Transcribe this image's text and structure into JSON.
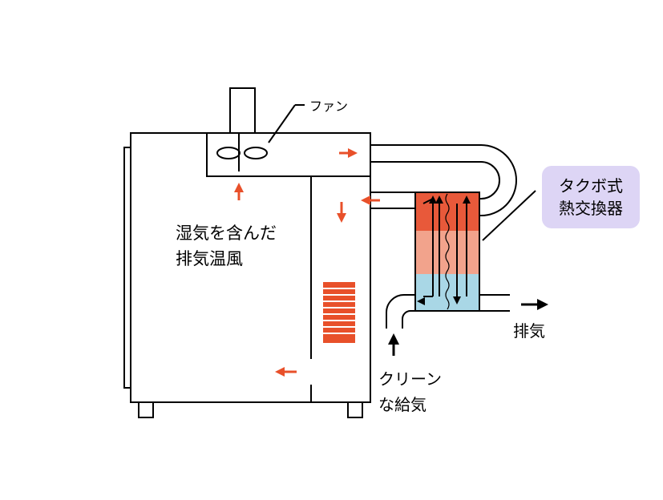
{
  "labels": {
    "fan": "ファン",
    "humid_line1": "湿気を含んだ",
    "humid_line2": "排気温風",
    "exchanger_line1": "タクボ式",
    "exchanger_line2": "熱交換器",
    "exhaust": "排気",
    "clean_line1": "クリーン",
    "clean_line2": "な給気"
  },
  "colors": {
    "arrow_red": "#e8502a",
    "hot_top": "#e8593a",
    "warm_mid": "#f2a38c",
    "cool_bottom": "#a9d7e6",
    "badge_bg": "#ddd5f5",
    "heater": "#e8502a"
  }
}
